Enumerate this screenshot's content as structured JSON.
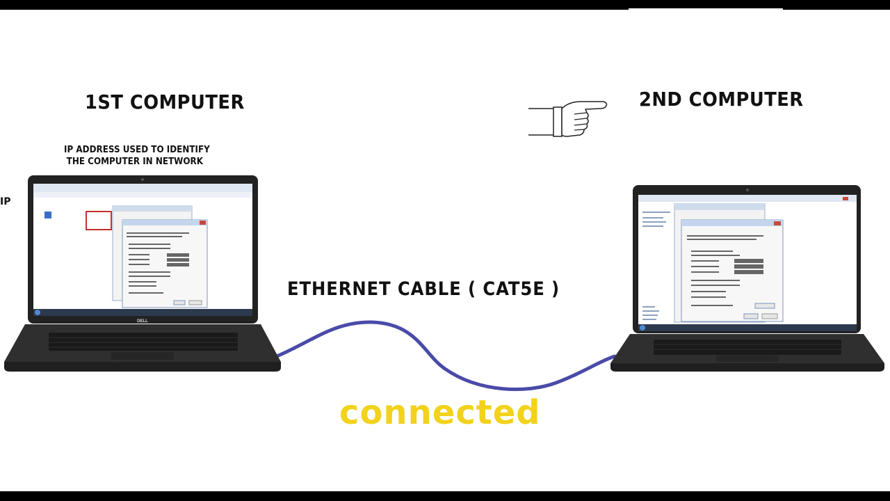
{
  "title_left": "1ST COMPUTER",
  "title_right": "2ND COMPUTER",
  "note_lines": [
    "IP ADDRESS USED TO IDENTIFY",
    "THE COMPUTER IN NETWORK"
  ],
  "side_label": "IP",
  "cable_label": "ETHERNET CABLE   ( CAT5E )",
  "status_label": "connected",
  "laptop_brand": "DELL",
  "colors": {
    "cable": "#4a4aa8",
    "status": "#f2d21a",
    "laptop": "#2b2b2b"
  },
  "icons": [
    "pointing-hand-icon",
    "laptop-icon",
    "ethernet-cable"
  ]
}
